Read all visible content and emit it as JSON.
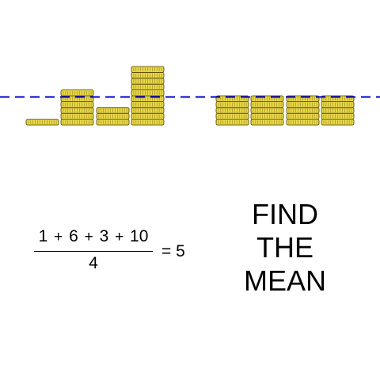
{
  "colors": {
    "coin_fill": "#e8d84a",
    "coin_stroke": "#4a3a00",
    "mean_line": "#0000cc"
  },
  "coin_stacks": {
    "before": [
      1,
      6,
      3,
      10
    ],
    "after": [
      5,
      5,
      5,
      5
    ],
    "mean_line_level": 5
  },
  "formula": {
    "terms": [
      "1",
      "6",
      "3",
      "10"
    ],
    "operator": "+",
    "denominator": "4",
    "result": "= 5"
  },
  "title": {
    "line1": "FIND",
    "line2": "THE",
    "line3": "MEAN"
  }
}
